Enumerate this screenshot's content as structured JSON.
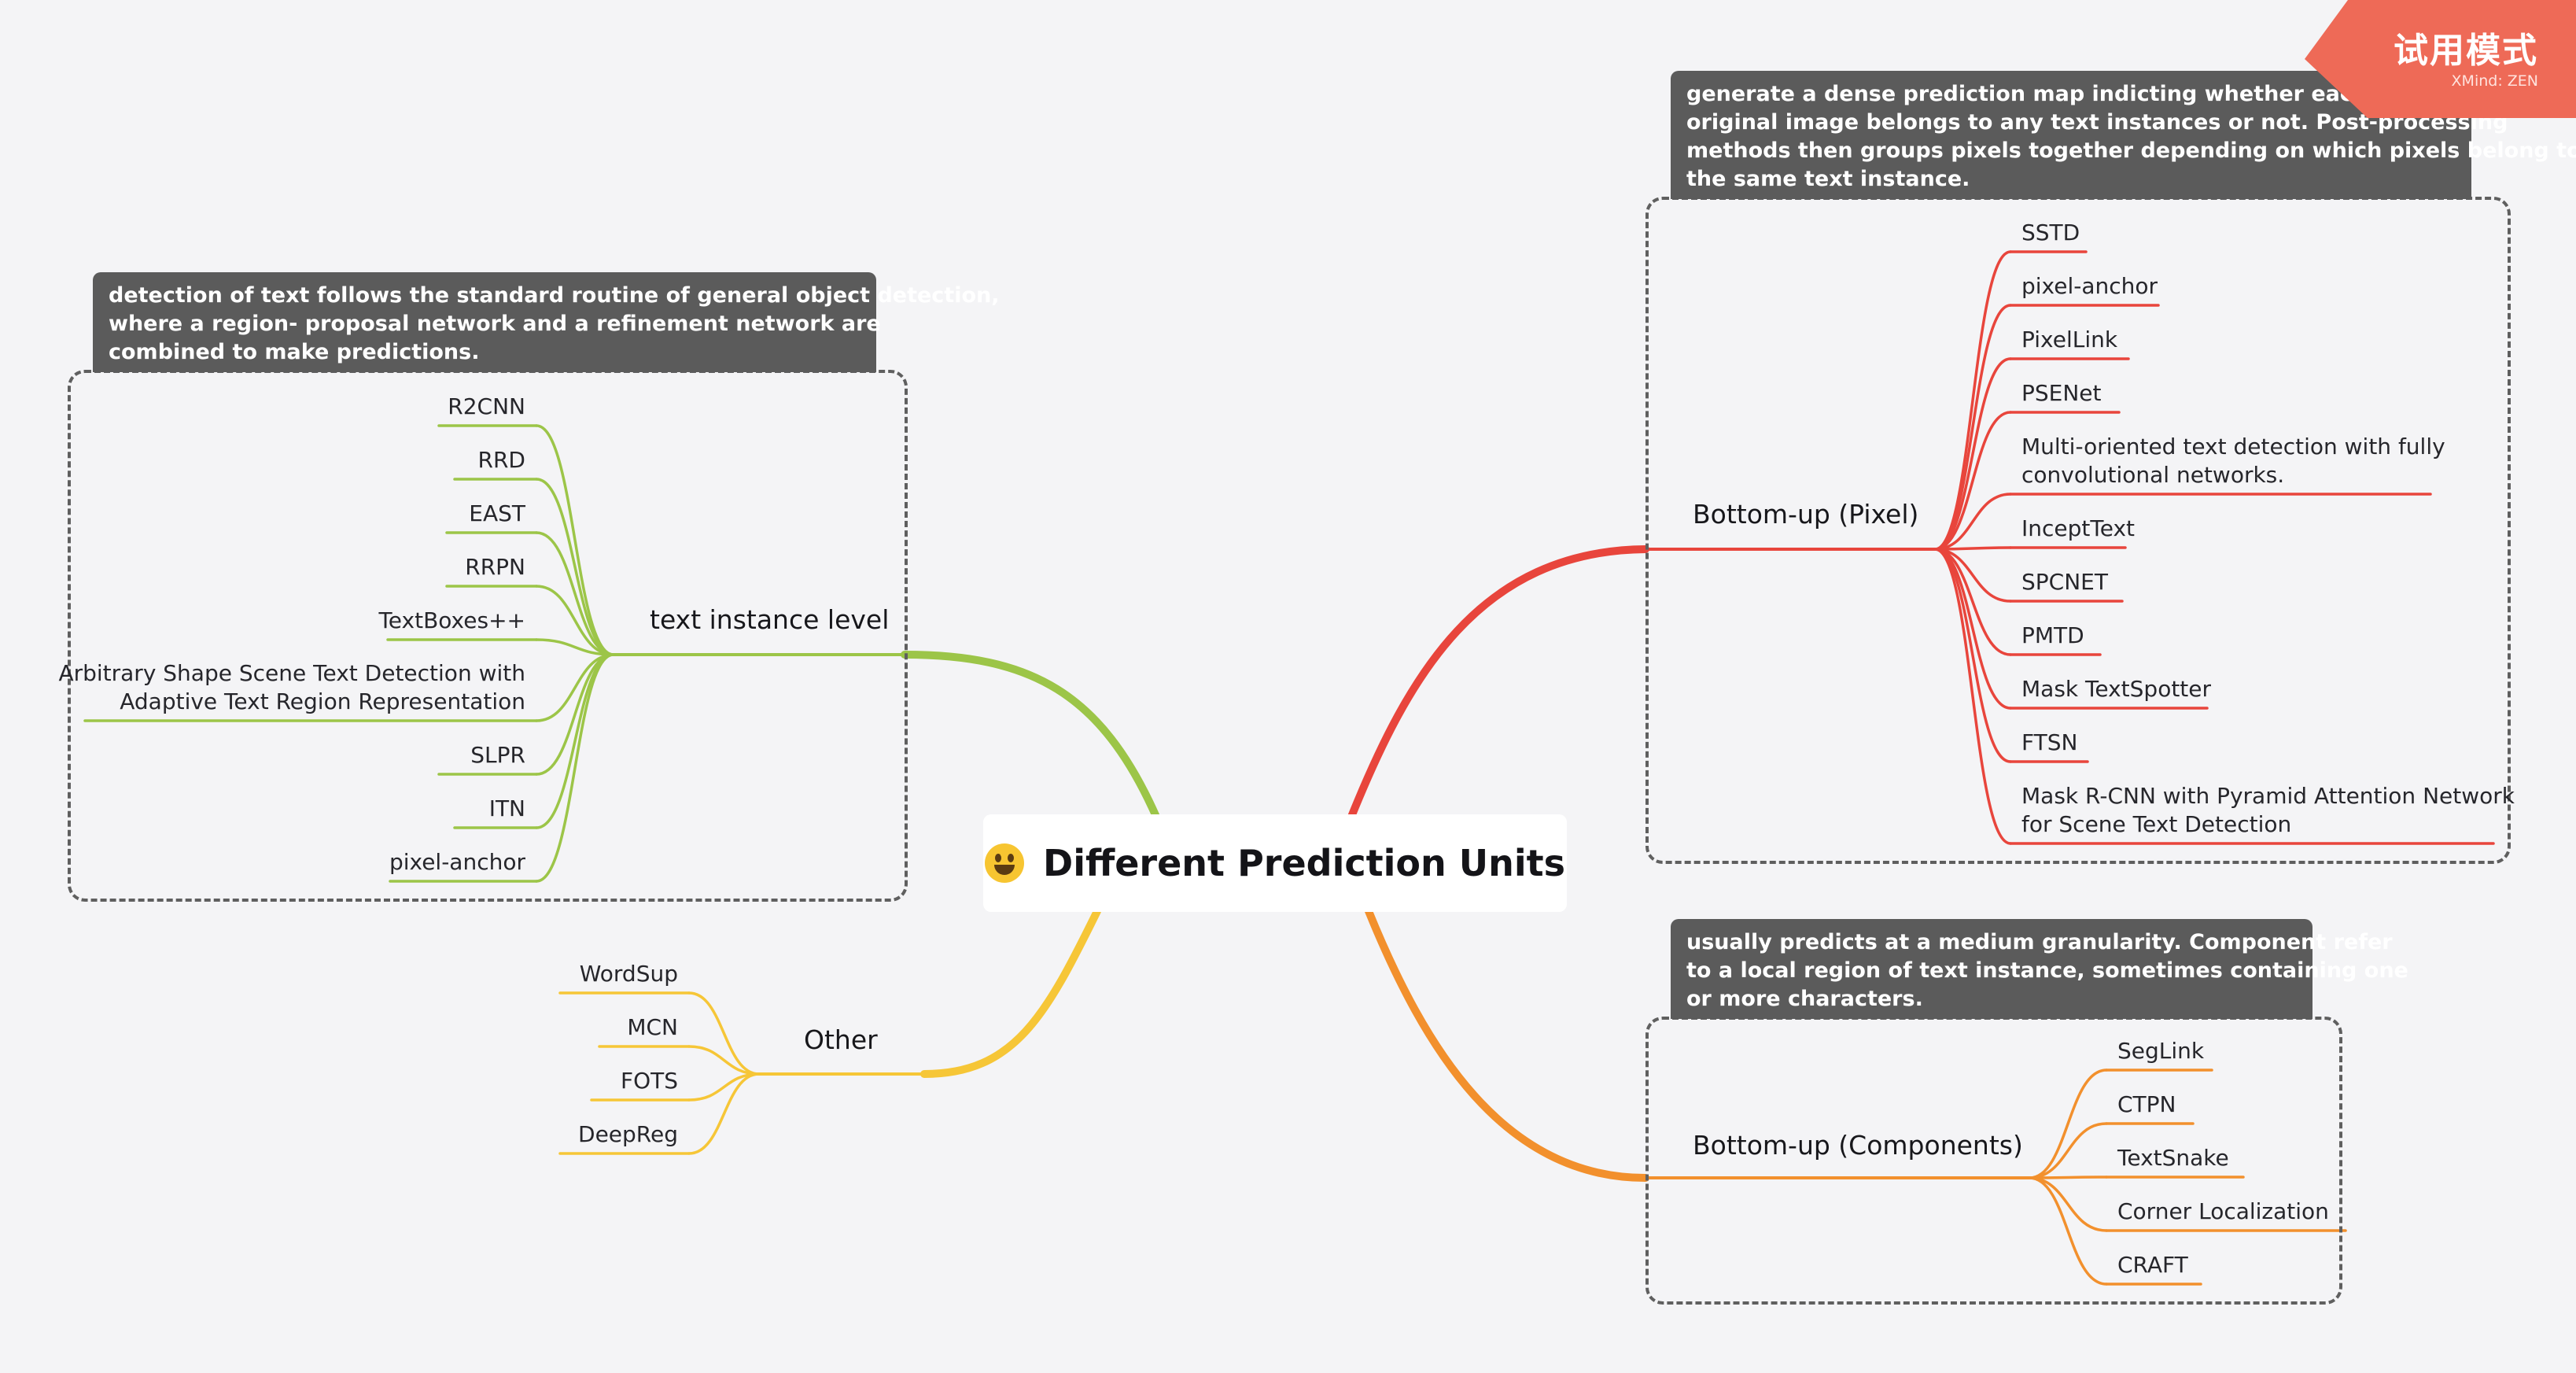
{
  "central": {
    "title": "Different Prediction Units",
    "icon": "grinning-face-icon"
  },
  "badge": {
    "text": "试用模式",
    "subtitle": "XMind: ZEN"
  },
  "colors": {
    "text_instance": "#9cc548",
    "other": "#f6c637",
    "pixel": "#e8453c",
    "components": "#f2902d",
    "note_bg": "#5b5b5b",
    "badge_bg": "#ee6a57"
  },
  "branches": {
    "text_instance": {
      "label": "text instance level",
      "note": [
        "detection of text follows the standard routine of general object detection,",
        "where a region- proposal network and a refinement network are",
        "combined to make predictions."
      ],
      "leaves": [
        [
          "R2CNN"
        ],
        [
          "RRD"
        ],
        [
          "EAST"
        ],
        [
          "RRPN"
        ],
        [
          "TextBoxes++"
        ],
        [
          "Arbitrary Shape Scene Text Detection with",
          "Adaptive Text Region Representation"
        ],
        [
          "SLPR"
        ],
        [
          "ITN"
        ],
        [
          "pixel-anchor"
        ]
      ]
    },
    "other": {
      "label": "Other",
      "leaves": [
        [
          "WordSup"
        ],
        [
          "MCN"
        ],
        [
          "FOTS"
        ],
        [
          "DeepReg"
        ]
      ]
    },
    "pixel": {
      "label": "Bottom-up (Pixel)",
      "note": [
        "generate a dense prediction map indicting whether each pixel in the",
        "original image belongs to any text instances or not. Post-processing",
        "methods then groups pixels together depending on which pixels belong to",
        "the same text instance."
      ],
      "leaves": [
        [
          "SSTD"
        ],
        [
          "pixel-anchor"
        ],
        [
          "PixelLink"
        ],
        [
          "PSENet"
        ],
        [
          "Multi-oriented text detection with fully",
          "convolutional networks."
        ],
        [
          "InceptText"
        ],
        [
          "SPCNET"
        ],
        [
          "PMTD"
        ],
        [
          "Mask TextSpotter"
        ],
        [
          "FTSN"
        ],
        [
          "Mask R-CNN with Pyramid Attention Network",
          "for Scene Text Detection"
        ]
      ]
    },
    "components": {
      "label": "Bottom-up (Components)",
      "note": [
        "usually predicts at a medium granularity. Component refer",
        "to a local region of text instance, sometimes containing one",
        "or more characters."
      ],
      "leaves": [
        [
          "SegLink"
        ],
        [
          "CTPN"
        ],
        [
          "TextSnake"
        ],
        [
          "Corner Localization"
        ],
        [
          "CRAFT"
        ]
      ]
    }
  }
}
